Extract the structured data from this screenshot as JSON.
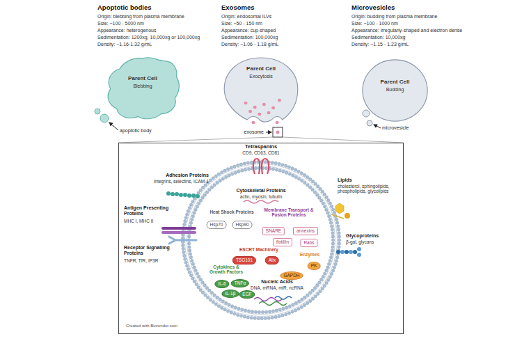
{
  "diagram": {
    "nodes": [
      {
        "text": [
          "Parent Cell",
          "Blebbing"
        ]
      },
      {
        "text": [
          "Parent Cell",
          "Exocytosis"
        ]
      },
      {
        "text": [
          "Parent Cell",
          "Budding"
        ]
      },
      {
        "text": [
          "Created with Biorender.com"
        ]
      },
      {
        "text": [
          "Hsp70"
        ],
        "in": 3
      },
      {
        "text": [
          "Hsp90"
        ],
        "in": 3
      },
      {
        "text": [
          "SNARE"
        ],
        "in": 3
      },
      {
        "text": [
          "annexins"
        ],
        "in": 3
      },
      {
        "text": [
          "flotillin"
        ],
        "in": 3
      },
      {
        "text": [
          "Rabs"
        ],
        "in": 3
      },
      {
        "text": [
          "TSG101"
        ],
        "in": 3
      },
      {
        "text": [
          "Alix"
        ],
        "in": 3
      },
      {
        "text": [
          "PK"
        ],
        "in": 3
      },
      {
        "text": [
          "GAPDH"
        ],
        "in": 3
      },
      {
        "text": [
          "IL-6"
        ],
        "in": 3
      },
      {
        "text": [
          "TNFα"
        ],
        "in": 3
      },
      {
        "text": [
          "IL-1β"
        ],
        "in": 3
      },
      {
        "text": [
          "EGF"
        ],
        "in": 3
      }
    ],
    "labels": [
      "Apoptotic bodies",
      "Origin: blebbing from plasma membrane",
      "Size: ~100 - 5000 nm",
      "Appearance: heterogenous",
      "Sedimentation: 1200xg, 10,000xg or 100,000xg",
      "Density: ~1.16-1.32 g/mL",
      "Exosomes",
      "Origin: endosomal ILVs",
      "Size: ~50 - 150 nm",
      "Appearance: cup-shaped",
      "Sedimentation: 100,000xg",
      "Density: ~1.06 - 1.18 g/mL",
      "Microvesicles",
      "Origin: budding from plasma membrane",
      "Size: ~100 - 1000 nm",
      "Appearance: irregularly-shaped and electron dense",
      "Sedimentation: 10,000xg",
      "Density: ~1.15 - 1.23 g/mL",
      "apoptotic body",
      "exosome",
      "microvesicle",
      "Tetraspanins",
      "CD9, CD63, CD81",
      "Adhesion Proteins",
      "integrins, selectins, ICAM-1",
      "Lipids",
      "cholesterol, sphingolipids, phospholipids, glycolipids",
      "Cytoskeletal Proteins",
      "actin, myosin, tubulin",
      "Antigen Presenting Proteins",
      "MHC I, MHC II",
      "Membrane Transport & Fusion Proteins",
      "Heat Shock Proteins",
      "Glycoproteins",
      "β-gal, glycans",
      "ESCRT Machinery",
      "Receptor Signalling Proteins",
      "TNFR, TfR, IP3R",
      "Enzymes",
      "Cytokines & Growth Factors",
      "Nucleic Acids",
      "DNA, mRNA, miR, ncRNA"
    ]
  }
}
